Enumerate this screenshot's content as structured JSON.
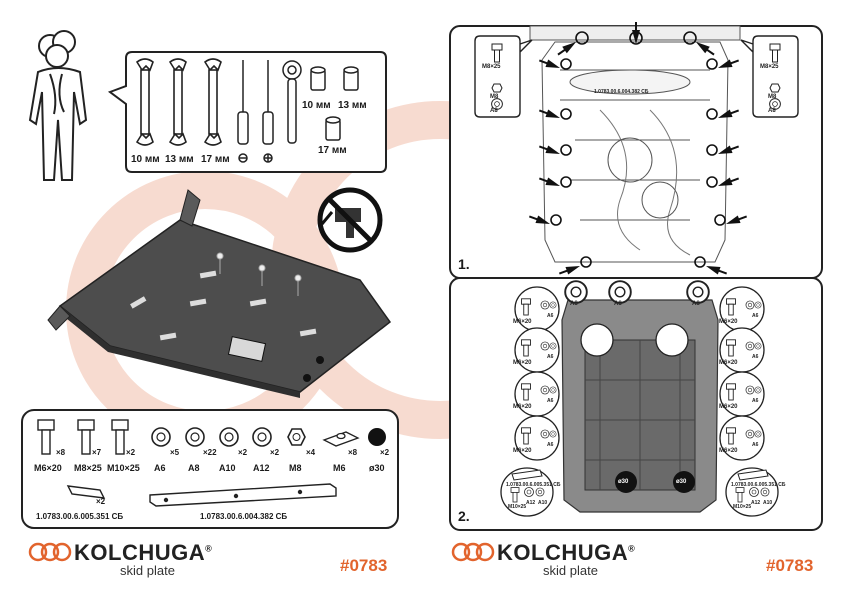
{
  "colors": {
    "accent": "#e2642d",
    "watermark": "#f6d5c8",
    "panel_border": "#222222",
    "plate": "#4a4a4a"
  },
  "tools": {
    "wrenches": [
      "10 мм",
      "13 мм",
      "17 мм"
    ],
    "sockets_top": [
      "10 мм",
      "13 мм"
    ],
    "socket_bottom": "17 мм",
    "icons": [
      "spanner-icon",
      "flat-screwdriver-icon",
      "phillips-screwdriver-icon",
      "ratchet-icon",
      "socket-icon"
    ]
  },
  "warning_icon": "no-impact-wrench-icon",
  "hardware": [
    {
      "qty": "×8",
      "label": "M6×20",
      "icon": "bolt-icon"
    },
    {
      "qty": "×7",
      "label": "M8×25",
      "icon": "bolt-icon"
    },
    {
      "qty": "×2",
      "label": "M10×25",
      "icon": "bolt-icon"
    },
    {
      "qty": "×5",
      "label": "A6",
      "icon": "washer-icon"
    },
    {
      "qty": "×22",
      "label": "A8",
      "icon": "washer-icon"
    },
    {
      "qty": "×2",
      "label": "A10",
      "icon": "washer-icon"
    },
    {
      "qty": "×2",
      "label": "A12",
      "icon": "washer-icon"
    },
    {
      "qty": "×4",
      "label": "M8",
      "icon": "nut-icon"
    },
    {
      "qty": "×8",
      "label": "M6",
      "icon": "clip-nut-icon"
    },
    {
      "qty": "×2",
      "label": "ø30",
      "icon": "plug-icon"
    }
  ],
  "brackets": [
    {
      "qty": "×2",
      "part_no": "1.0783.00.6.005.351 СБ"
    },
    {
      "part_no": "1.0783.00.6.004.382 СБ"
    }
  ],
  "step1": {
    "number": "1.",
    "left_bolt": "M8×25",
    "left_nut": "M8",
    "left_washer": "A8",
    "right_bolt": "M8×25",
    "right_nut": "M8",
    "right_washer": "A8",
    "part_no": "1.0783.00.6.004.382 СБ"
  },
  "step2": {
    "number": "2.",
    "top_washers": [
      "A8",
      "A8",
      "A8"
    ],
    "side_bolt": "M6×20",
    "side_washer": "A6",
    "plug_label": "ø30",
    "bottom_left": {
      "part_no": "1.0783.00.6.005.351 СБ",
      "bolt": "M10×25",
      "washers": [
        "A12",
        "A10"
      ]
    },
    "bottom_right": {
      "part_no": "1.0783.00.6.005.351 СБ",
      "bolt": "M10×25",
      "washers": [
        "A12",
        "A10"
      ]
    }
  },
  "footer": {
    "brand": "KOLCHUGA",
    "registered": "®",
    "tagline": "skid plate",
    "code": "#0783"
  }
}
